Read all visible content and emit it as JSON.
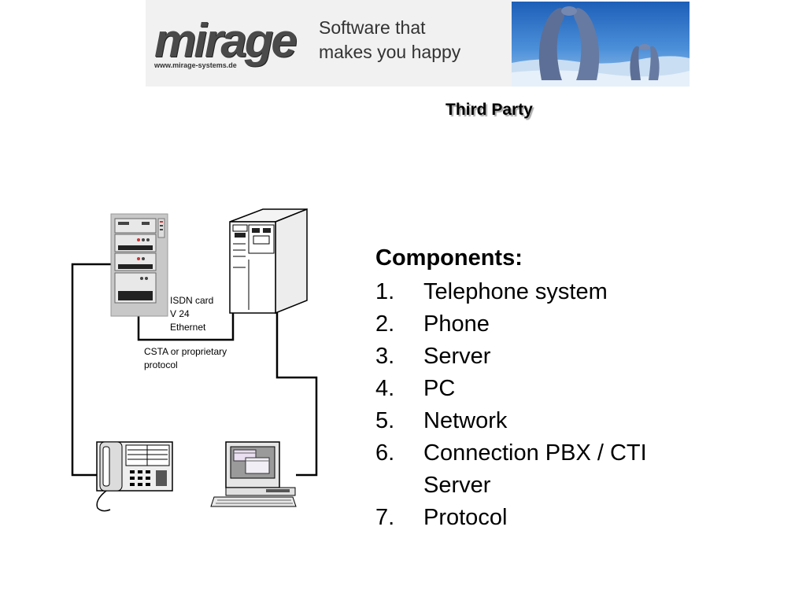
{
  "header": {
    "logo_text": "mirage",
    "logo_url": "www.mirage-systems.de",
    "tagline_line1": "Software that",
    "tagline_line2": "makes you happy",
    "photo_icon": "polar-bears-photo"
  },
  "slide": {
    "title": "Third Party"
  },
  "diagram": {
    "labels": {
      "isdn": "ISDN card",
      "v24": "V 24",
      "ethernet": "Ethernet",
      "csta_line1": "CSTA or proprietary",
      "csta_line2": "protocol"
    },
    "icons": [
      "telephone-system-icon",
      "server-icon",
      "phone-icon",
      "pc-icon"
    ]
  },
  "components": {
    "heading": "Components:",
    "items": [
      {
        "num": "1.",
        "text": "Telephone system"
      },
      {
        "num": "2.",
        "text": "Phone"
      },
      {
        "num": "3.",
        "text": "Server"
      },
      {
        "num": "4.",
        "text": "PC"
      },
      {
        "num": "5.",
        "text": "Network"
      },
      {
        "num": "6.",
        "text": "Connection PBX / CTI Server"
      },
      {
        "num": "7.",
        "text": "Protocol"
      }
    ]
  }
}
